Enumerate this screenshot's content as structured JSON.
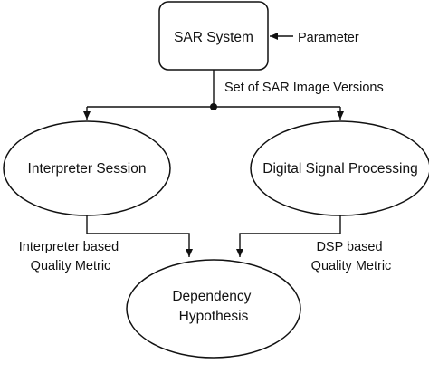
{
  "nodes": {
    "sar_system": "SAR System",
    "interpreter_session": "Interpreter Session",
    "digital_signal_processing": "Digital Signal Processing",
    "dependency_hypothesis": [
      "Dependency",
      "Hypothesis"
    ]
  },
  "edge_labels": {
    "parameter": "Parameter",
    "image_versions": "Set of SAR Image Versions",
    "interpreter_metric": [
      "Interpreter based",
      "Quality Metric"
    ],
    "dsp_metric": [
      "DSP based",
      "Quality Metric"
    ]
  },
  "colors": {
    "stroke": "#111111",
    "fill": "#ffffff",
    "text": "#111111"
  }
}
